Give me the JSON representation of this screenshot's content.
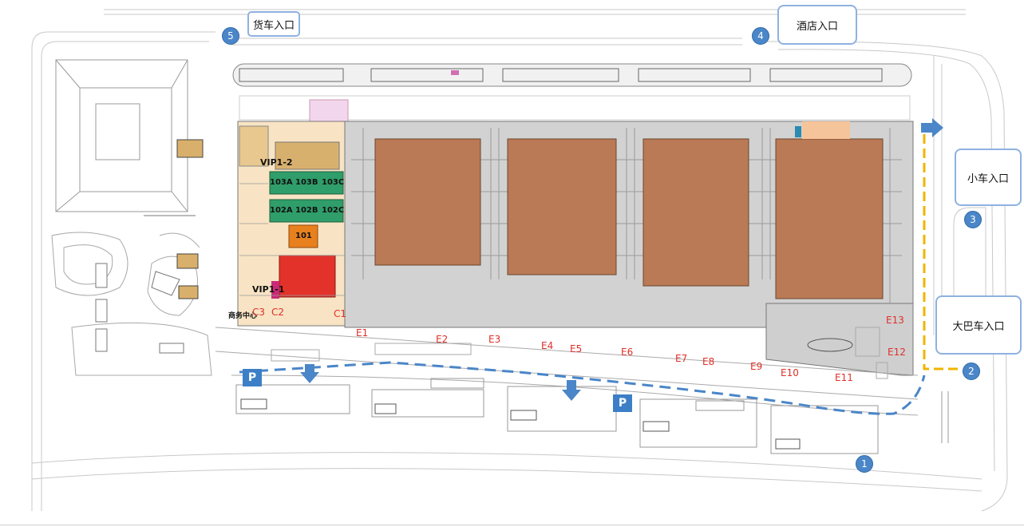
{
  "colors": {
    "hall": "#b97a55",
    "hall_floor": "#d2d2d2",
    "conference_beige": "#f8e4c4",
    "green_rooms": "#2f9e6a",
    "orange_room": "#e8801e",
    "red_room": "#e3322a",
    "route_blue": "#4a86c8",
    "route_yellow": "#f0b400",
    "gate_red": "#e0302a",
    "entry_border": "#8fb1e0"
  },
  "entrances": [
    {
      "num": "1",
      "label": ""
    },
    {
      "num": "2",
      "label": ""
    },
    {
      "num": "3",
      "label": "小车入口"
    },
    {
      "num": "4",
      "label": "酒店入口"
    },
    {
      "num": "5",
      "label": "货车入口"
    }
  ],
  "bus_entry": "大巴车入口",
  "rooms": [
    "VIP1-2",
    "103A",
    "103B",
    "103C",
    "102A",
    "102B",
    "102C",
    "101",
    "VIP1-1",
    "商务中心"
  ],
  "gates": [
    "C3",
    "C2",
    "C1",
    "E1",
    "E2",
    "E3",
    "E4",
    "E5",
    "E6",
    "E7",
    "E8",
    "E9",
    "E10",
    "E11",
    "E12",
    "E13"
  ],
  "parking": [
    "P",
    "P"
  ]
}
